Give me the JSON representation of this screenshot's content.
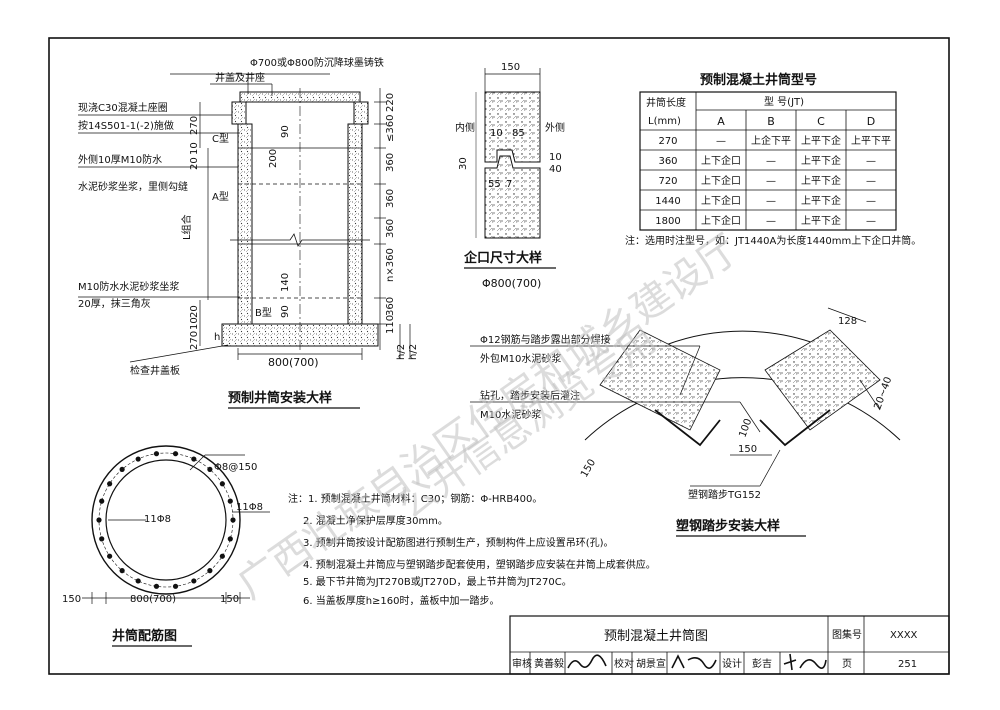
{
  "shaft_detail": {
    "top_label": "Φ700或Φ800防沉降球墨铸铁",
    "cover_label": "井盖及井座",
    "collar_label_1": "现浇C30混凝土座圈",
    "collar_label_2": "按14S501-1(-2)施做",
    "c_type": "C型",
    "a_type": "A型",
    "b_type": "B型",
    "outer_label_1": "外侧10厚M10防水",
    "outer_label_2": "水泥砂浆坐浆，里侧勾缝",
    "mortar_label_1": "M10防水水泥砂浆坐浆",
    "mortar_label_2": "20厚，抹三角灰",
    "base_label": "检查井盖板",
    "l_label": "L组合",
    "width_label": "800(700)",
    "dims_right": [
      "220",
      "≤360",
      "360",
      "360",
      "360",
      "n×360",
      "360",
      "110"
    ],
    "dims_left": [
      "270",
      "10",
      "20",
      "20",
      "10",
      "270"
    ],
    "dims_inner": [
      "90",
      "200",
      "140",
      "90"
    ],
    "h_label": "h",
    "h2_label_1": "h/2",
    "h2_label_2": "h/2",
    "title": "预制井筒安装大样"
  },
  "joint_detail": {
    "width": "150",
    "inner_side": "内侧",
    "outer_side": "外侧",
    "d10": "10",
    "d85": "85",
    "d30": "30",
    "d10b": "10",
    "d40": "40",
    "d55": "55",
    "d7": "7",
    "title": "企口尺寸大样",
    "subtitle": "Φ800(700)"
  },
  "model_table": {
    "title": "预制混凝土井筒型号",
    "header_length_1": "井筒长度",
    "header_length_2": "L(mm)",
    "header_model": "型    号(JT)",
    "columns": [
      "A",
      "B",
      "C",
      "D"
    ],
    "rows": [
      {
        "len": "270",
        "cells": [
          "—",
          "上企下平",
          "上平下企",
          "上平下平"
        ]
      },
      {
        "len": "360",
        "cells": [
          "上下企口",
          "—",
          "上平下企",
          "—"
        ]
      },
      {
        "len": "720",
        "cells": [
          "上下企口",
          "—",
          "上平下企",
          "—"
        ]
      },
      {
        "len": "1440",
        "cells": [
          "上下企口",
          "—",
          "上平下企",
          "—"
        ]
      },
      {
        "len": "1800",
        "cells": [
          "上下企口",
          "—",
          "上平下企",
          "—"
        ]
      }
    ],
    "note": "注：选用时注型号，如：JT1440A为长度1440mm上下企口井筒。"
  },
  "step_detail": {
    "d128": "128",
    "d20_40": "20~40",
    "d100": "100",
    "d150_a": "150",
    "d150_b": "150",
    "rebar_label_1": "Φ12钢筋与踏步露出部分焊接",
    "rebar_label_2": "外包M10水泥砂浆",
    "hole_label_1": "钻孔，踏步安装后灌注",
    "hole_label_2": "M10水泥砂浆",
    "step_label": "塑钢踏步TG152",
    "title": "塑钢踏步安装大样"
  },
  "rebar_detail": {
    "stirrup": "Φ8@150",
    "bars_left": "11Φ8",
    "bars_right": "11Φ8",
    "dim_left": "150",
    "dim_mid": "800(700)",
    "dim_right": "150",
    "title": "井筒配筋图"
  },
  "notes": [
    "注：1. 预制混凝土井筒材料：C30；钢筋：Φ-HRB400。",
    "2. 混凝土净保护层厚度30mm。",
    "3. 预制井筒按设计配筋图进行预制生产，预制构件上应设置吊环(孔)。",
    "4. 预制混凝土井筒应与塑钢踏步配套使用，塑钢踏步应安装在井筒上成套供应。",
    "5. 最下节井筒为JT270B或JT270D，最上节井筒为JT270C。",
    "6. 当盖板厚度h≥160时，盖板中加一踏步。"
  ],
  "title_block": {
    "drawing_title": "预制混凝土井筒图",
    "atlas_label": "图集号",
    "atlas_no": "XXXX",
    "review_label": "审核",
    "reviewer": "黄善毅",
    "check_label": "校对",
    "checker": "胡景宣",
    "design_label": "设计",
    "designer": "彭吉",
    "page_label": "页",
    "page_no": "251"
  },
  "watermark": {
    "line1": "广西壮族自治区住房和城乡建设厅",
    "line2": "公开信息浏览专用"
  }
}
